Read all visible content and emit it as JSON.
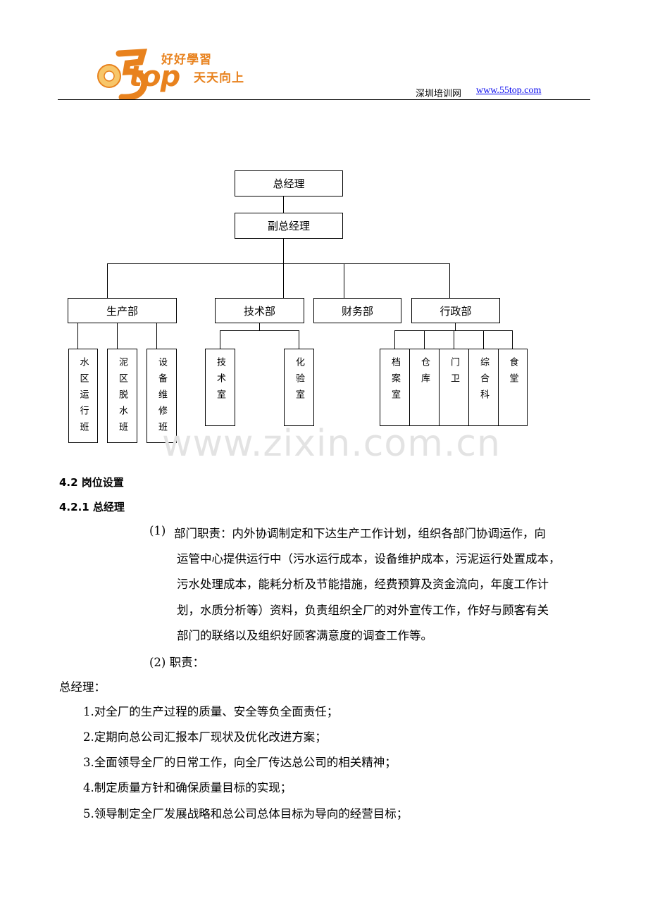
{
  "header": {
    "logo_slogan_top": "好好學習",
    "logo_slogan_bottom": "天天向上",
    "logo_brand": "55top",
    "site_name": "深圳培训网",
    "site_url": "www.55top.com"
  },
  "org_chart": {
    "general_manager": "总经理",
    "deputy_general_manager": "副总经理",
    "departments": {
      "production": "生产部",
      "technical": "技术部",
      "finance": "财务部",
      "administration": "行政部"
    },
    "units": {
      "water_operation": "水区运行班",
      "sludge_dewatering": "泥区脱水班",
      "equipment_maintenance": "设备维修班",
      "technical_office": "技术室",
      "lab": "化验室",
      "archives": "档案室",
      "warehouse": "仓库",
      "gate_guard": "门卫",
      "general_affairs": "综合科",
      "canteen": "食堂"
    }
  },
  "watermark": "www.zixin.com.cn",
  "section": {
    "title": "4.2 岗位设置",
    "subtitle": "4.2.1 总经理",
    "item1_marker": "(1)",
    "item1_lines": [
      "部门职责：内外协调制定和下达生产工作计划，组织各部门协调运作，向",
      "运管中心提供运行中（污水运行成本，设备维护成本，污泥运行处置成本，",
      "污水处理成本，能耗分析及节能措施，经费预算及资金流向，年度工作计",
      "划，水质分析等）资料，负责组织全厂的对外宣传工作，作好与顾客有关",
      "部门的联络以及组织好顾客满意度的调查工作等。"
    ],
    "item2": "(2) 职责：",
    "role_label": "总经理：",
    "duties": [
      "1.对全厂的生产过程的质量、安全等负全面责任；",
      "2.定期向总公司汇报本厂现状及优化改进方案；",
      "3.全面领导全厂的日常工作，向全厂传达总公司的相关精神；",
      "4.制定质量方针和确保质量目标的实现；",
      "5.领导制定全厂发展战略和总公司总体目标为导向的经营目标；"
    ]
  }
}
